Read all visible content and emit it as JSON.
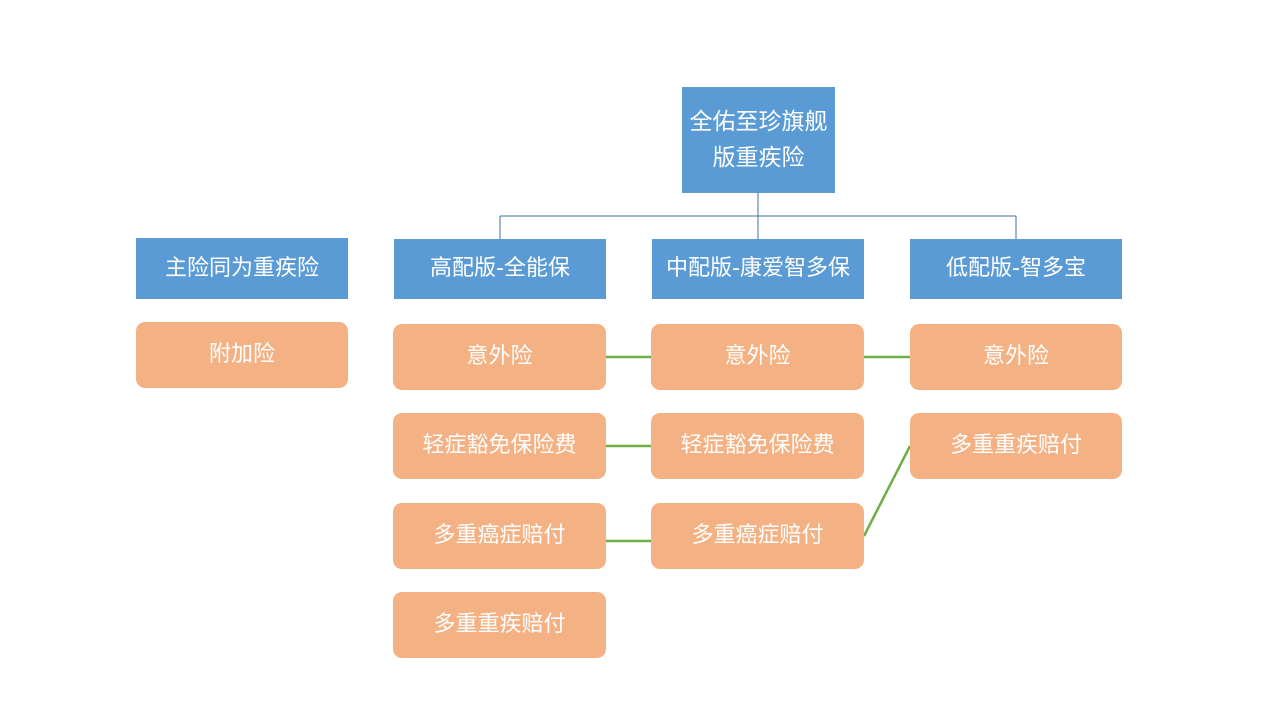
{
  "root": {
    "line1": "全佑至珍旗舰",
    "line2": "版重疾险"
  },
  "main_label": "主险同为重疾险",
  "rider_label": "附加险",
  "versions": [
    {
      "title": "高配版-全能保",
      "riders": [
        "意外险",
        "轻症豁免保险费",
        "多重癌症赔付",
        "多重重疾赔付"
      ]
    },
    {
      "title": "中配版-康爱智多保",
      "riders": [
        "意外险",
        "轻症豁免保险费",
        "多重癌症赔付"
      ]
    },
    {
      "title": "低配版-智多宝",
      "riders": [
        "意外险",
        "多重重疾赔付"
      ]
    }
  ],
  "colors": {
    "header_blue": "#5b9bd5",
    "rider_orange": "#f4b183",
    "tree_line": "#41719c",
    "link_green": "#70ad47"
  }
}
